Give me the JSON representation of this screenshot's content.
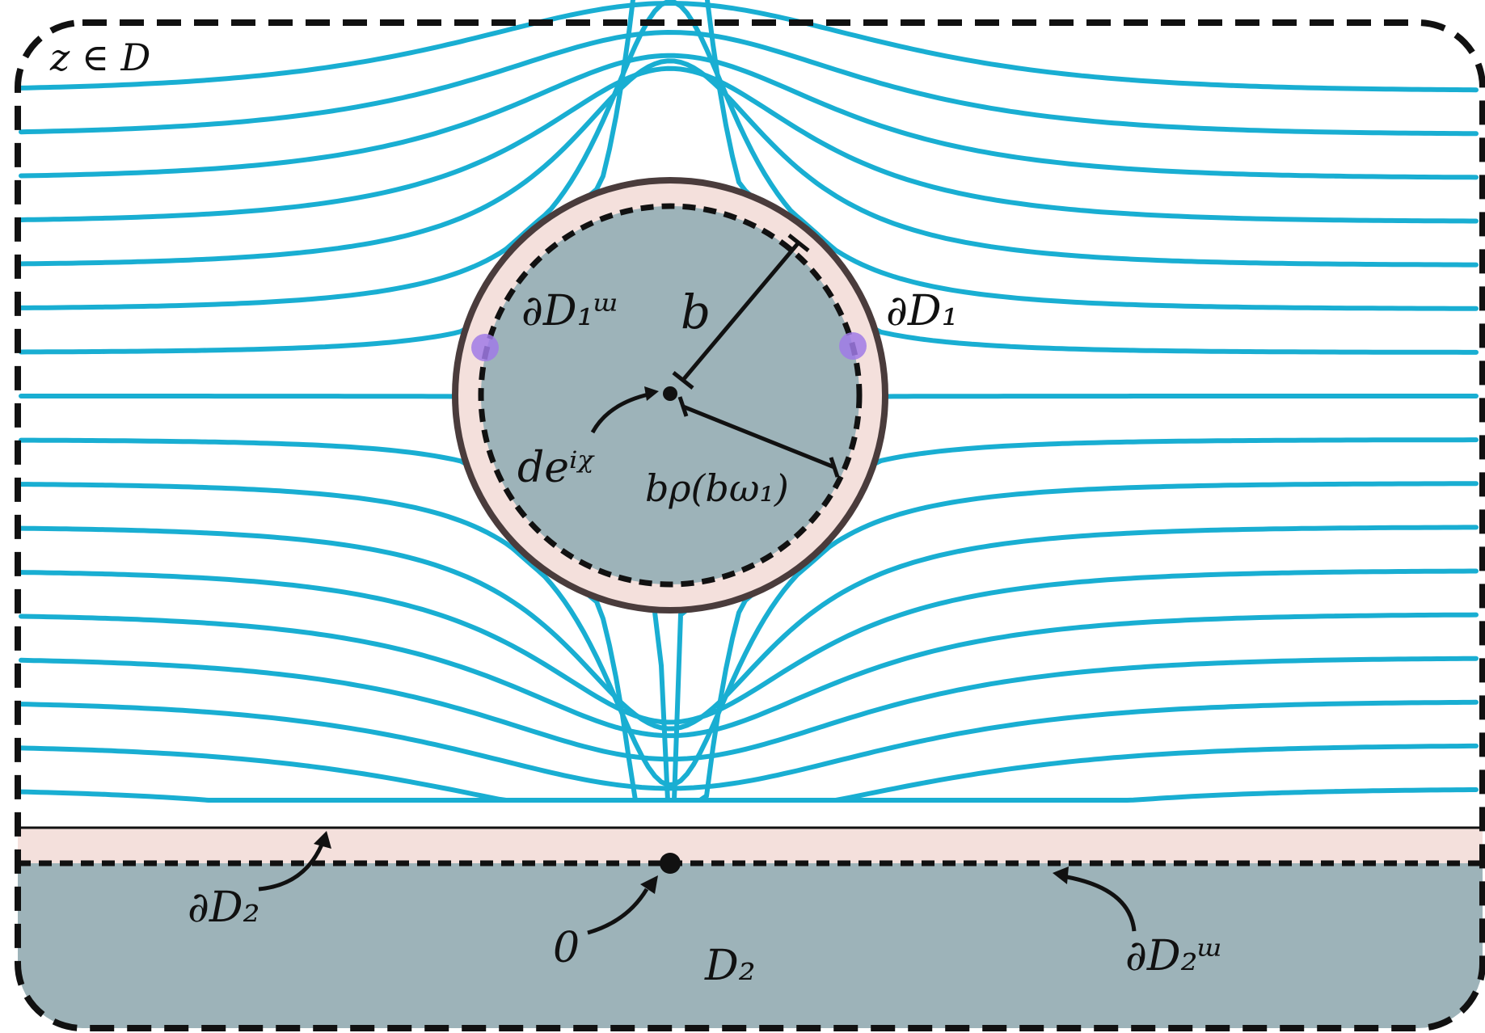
{
  "colors": {
    "streamline": "#19aed2",
    "region_fill": "#9db3b9",
    "band_fill": "#f4e0dc",
    "outline": "#111111",
    "rim": "#4a3c3c",
    "marker": "#a07ae6"
  },
  "labels": {
    "domain": "z ∈ D",
    "dD1_omega": "∂D₁ᵚ",
    "dD1": "∂D₁",
    "b": "b",
    "de_ichi": "deⁱᵡ",
    "b_rho": "bρ(bω₁)",
    "dD2": "∂D₂",
    "zero": "0",
    "D2": "D₂",
    "dD2_omega": "∂D₂ᵚ"
  }
}
